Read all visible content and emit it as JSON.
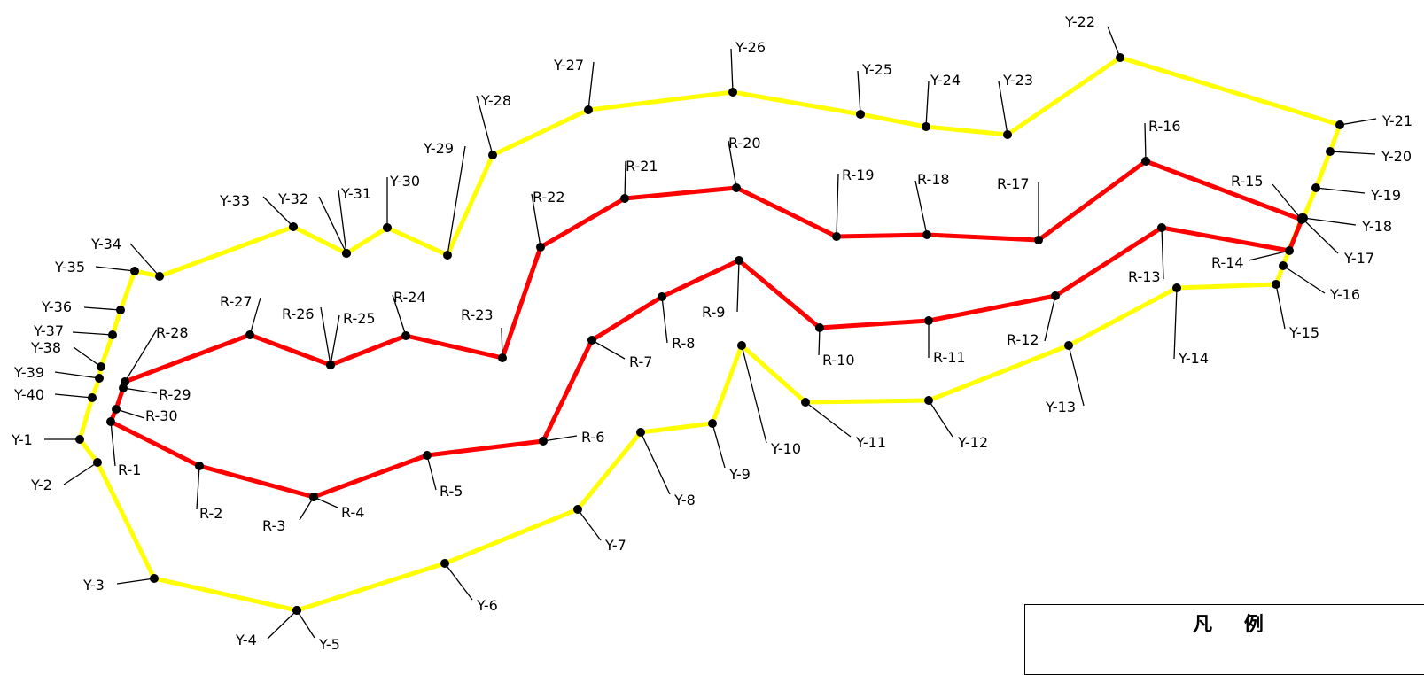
{
  "colors": {
    "yellow_line": "#ffff00",
    "red_line": "#ff0000",
    "point": "#000000",
    "leader": "#000000"
  },
  "legend": {
    "title": "凡 例"
  },
  "yellow_points": [
    {
      "label": "Y-1"
    },
    {
      "label": "Y-2"
    },
    {
      "label": "Y-3"
    },
    {
      "label": "Y-4"
    },
    {
      "label": "Y-5"
    },
    {
      "label": "Y-6"
    },
    {
      "label": "Y-7"
    },
    {
      "label": "Y-8"
    },
    {
      "label": "Y-9"
    },
    {
      "label": "Y-10"
    },
    {
      "label": "Y-11"
    },
    {
      "label": "Y-12"
    },
    {
      "label": "Y-13"
    },
    {
      "label": "Y-14"
    },
    {
      "label": "Y-15"
    },
    {
      "label": "Y-16"
    },
    {
      "label": "Y-17"
    },
    {
      "label": "Y-18"
    },
    {
      "label": "Y-19"
    },
    {
      "label": "Y-20"
    },
    {
      "label": "Y-21"
    },
    {
      "label": "Y-22"
    },
    {
      "label": "Y-23"
    },
    {
      "label": "Y-24"
    },
    {
      "label": "Y-25"
    },
    {
      "label": "Y-26"
    },
    {
      "label": "Y-27"
    },
    {
      "label": "Y-28"
    },
    {
      "label": "Y-29"
    },
    {
      "label": "Y-30"
    },
    {
      "label": "Y-31"
    },
    {
      "label": "Y-32"
    },
    {
      "label": "Y-33"
    },
    {
      "label": "Y-34"
    },
    {
      "label": "Y-35"
    },
    {
      "label": "Y-36"
    },
    {
      "label": "Y-37"
    },
    {
      "label": "Y-38"
    },
    {
      "label": "Y-39"
    },
    {
      "label": "Y-40"
    }
  ],
  "red_points": [
    {
      "label": "R-1"
    },
    {
      "label": "R-2"
    },
    {
      "label": "R-3"
    },
    {
      "label": "R-4"
    },
    {
      "label": "R-5"
    },
    {
      "label": "R-6"
    },
    {
      "label": "R-7"
    },
    {
      "label": "R-8"
    },
    {
      "label": "R-9"
    },
    {
      "label": "R-10"
    },
    {
      "label": "R-11"
    },
    {
      "label": "R-12"
    },
    {
      "label": "R-13"
    },
    {
      "label": "R-14"
    },
    {
      "label": "R-15"
    },
    {
      "label": "R-16"
    },
    {
      "label": "R-17"
    },
    {
      "label": "R-18"
    },
    {
      "label": "R-19"
    },
    {
      "label": "R-20"
    },
    {
      "label": "R-21"
    },
    {
      "label": "R-22"
    },
    {
      "label": "R-23"
    },
    {
      "label": "R-24"
    },
    {
      "label": "R-25"
    },
    {
      "label": "R-26"
    },
    {
      "label": "R-27"
    },
    {
      "label": "R-28"
    },
    {
      "label": "R-29"
    },
    {
      "label": "R-30"
    }
  ]
}
